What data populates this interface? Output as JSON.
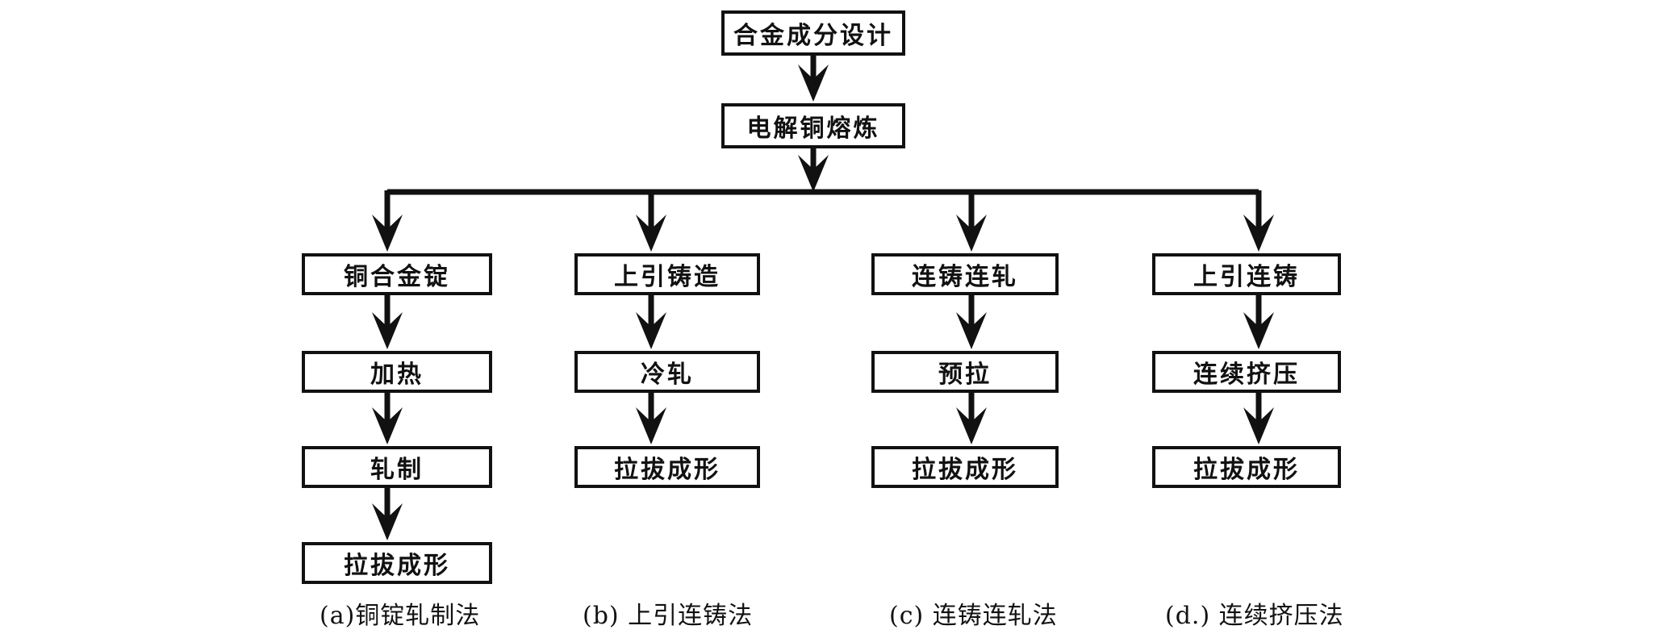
{
  "diagram": {
    "top_steps": [
      "合金成分设计",
      "电解铜熔炼"
    ],
    "routes": [
      {
        "caption": "(a)铜锭轧制法",
        "steps": [
          "铜合金锭",
          "加热",
          "轧制",
          "拉拔成形"
        ]
      },
      {
        "caption": "(b)  上引连铸法",
        "steps": [
          "上引铸造",
          "冷轧",
          "拉拔成形"
        ]
      },
      {
        "caption": "(c)  连铸连轧法",
        "steps": [
          "连铸连轧",
          "预拉",
          "拉拔成形"
        ]
      },
      {
        "caption": "(d.)  连续挤压法",
        "steps": [
          "上引连铸",
          "连续挤压",
          "拉拔成形"
        ]
      }
    ],
    "colors": {
      "line": "#111111",
      "box_fill": "#ffffff",
      "text": "#111111"
    }
  }
}
